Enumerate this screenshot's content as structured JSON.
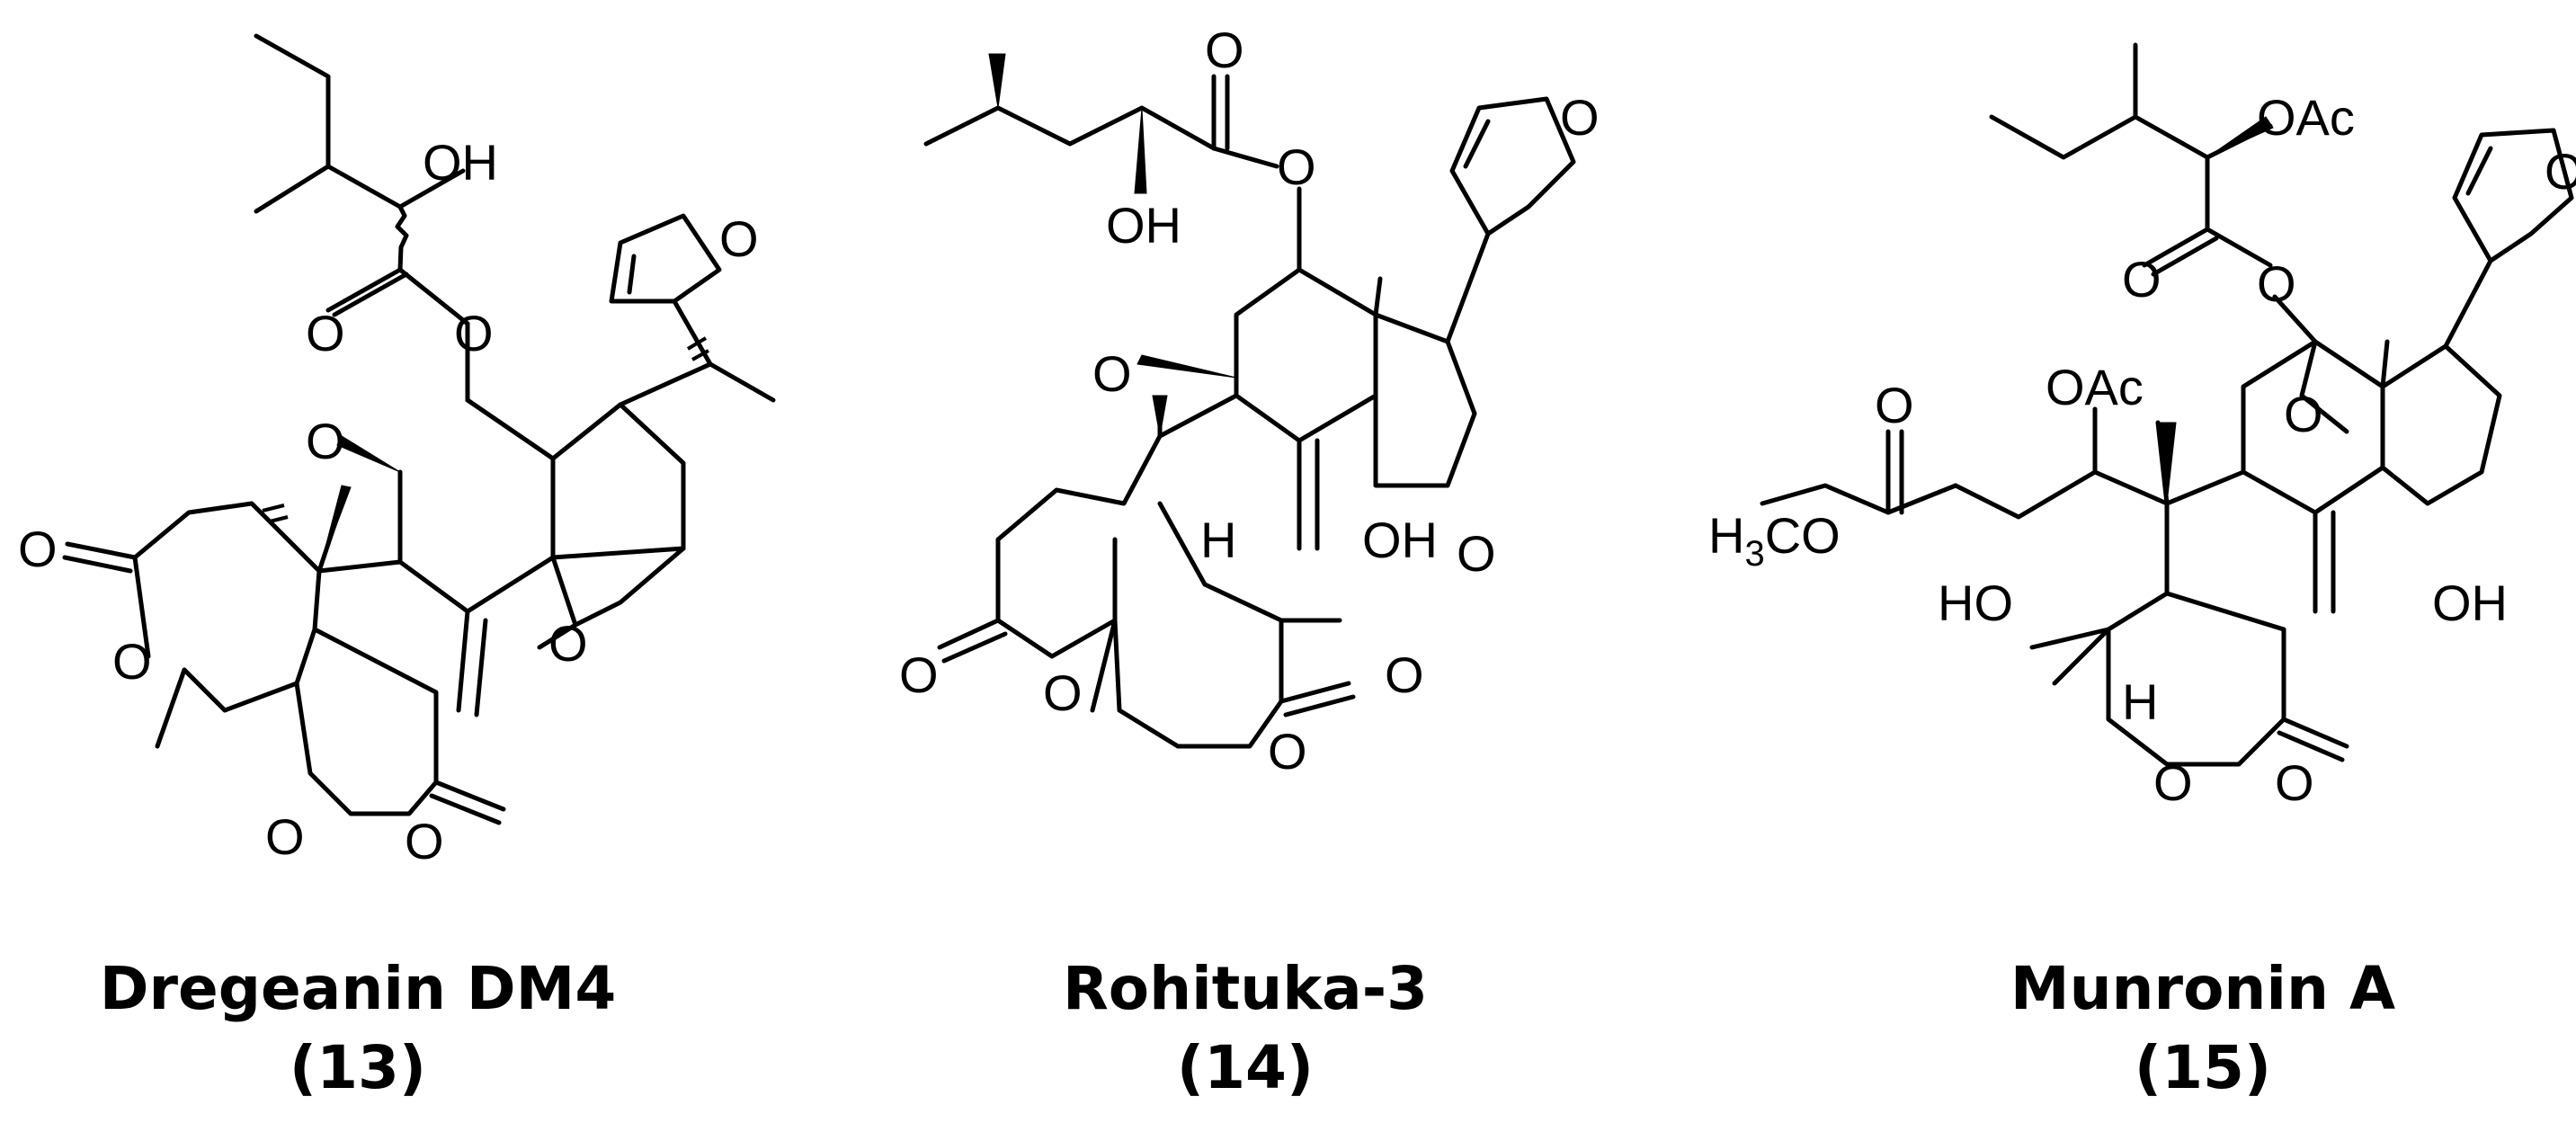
{
  "compounds": [
    {
      "name": "Dregeanin DM4",
      "number": "(13)",
      "atoms": {
        "oh": "OH",
        "o_ester_carbonyl": "O",
        "o_ester": "O",
        "o_furan": "O",
        "o_ether": "O",
        "o_lactone1_carbonyl": "O",
        "o_lactone1_ring": "O",
        "o_epoxide": "O",
        "o_lactone2_ring": "O",
        "o_lactone2_carbonyl": "O"
      }
    },
    {
      "name": "Rohituka-3",
      "number": "(14)",
      "atoms": {
        "o_ester_carbonyl": "O",
        "o_ester": "O",
        "oh": "OH",
        "o_furan": "O",
        "o_ether": "O",
        "h": "H",
        "oh2": "OH",
        "o_ketone": "O",
        "o_lactone1_carbonyl": "O",
        "o_lactone1_ring": "O",
        "o_lactone2_ring": "O",
        "o_lactone2_carbonyl": "O"
      }
    },
    {
      "name": "Munronin A",
      "number": "(15)",
      "atoms": {
        "oac1": "OAc",
        "o_ester_carbonyl": "O",
        "o_ester": "O",
        "o_furan": "O",
        "o_ester2_carbonyl": "O",
        "oac2": "OAc",
        "o_bridge": "O",
        "h3c": "H",
        "h3c_sub": "3",
        "h3c_rest": "CO",
        "ho": "HO",
        "h": "H",
        "oh": "OH",
        "o_lactone_ring": "O",
        "o_lactone_carbonyl": "O"
      }
    }
  ]
}
